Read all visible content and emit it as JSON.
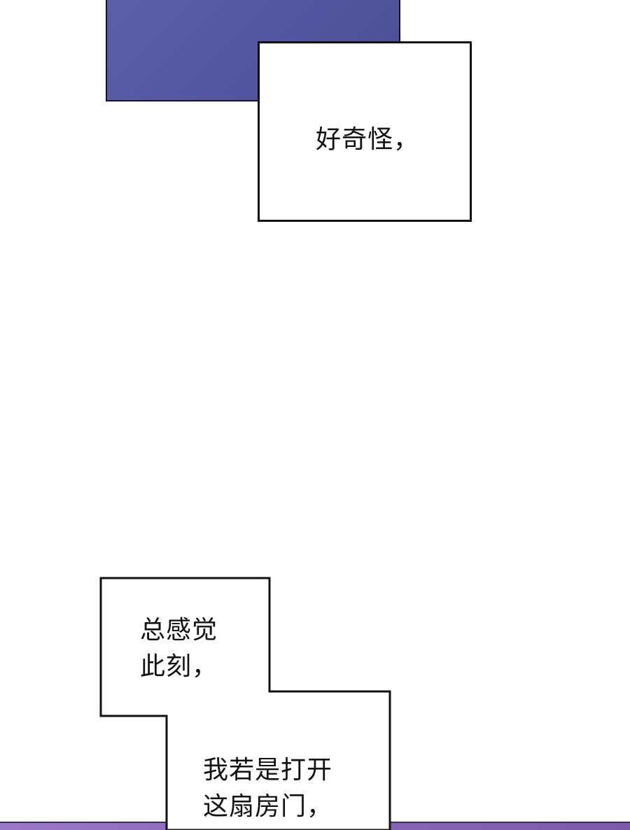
{
  "panels": {
    "top_caption": {
      "text": "好奇怪，"
    },
    "bottom_caption_1": {
      "lines": [
        "总感觉",
        "此刻，"
      ]
    },
    "bottom_caption_2": {
      "lines": [
        "我若是打开",
        "这扇房门，"
      ]
    }
  },
  "colors": {
    "night_panel": "#5457a0",
    "bottom_band": "#8a6ab8",
    "border": "#111111"
  }
}
